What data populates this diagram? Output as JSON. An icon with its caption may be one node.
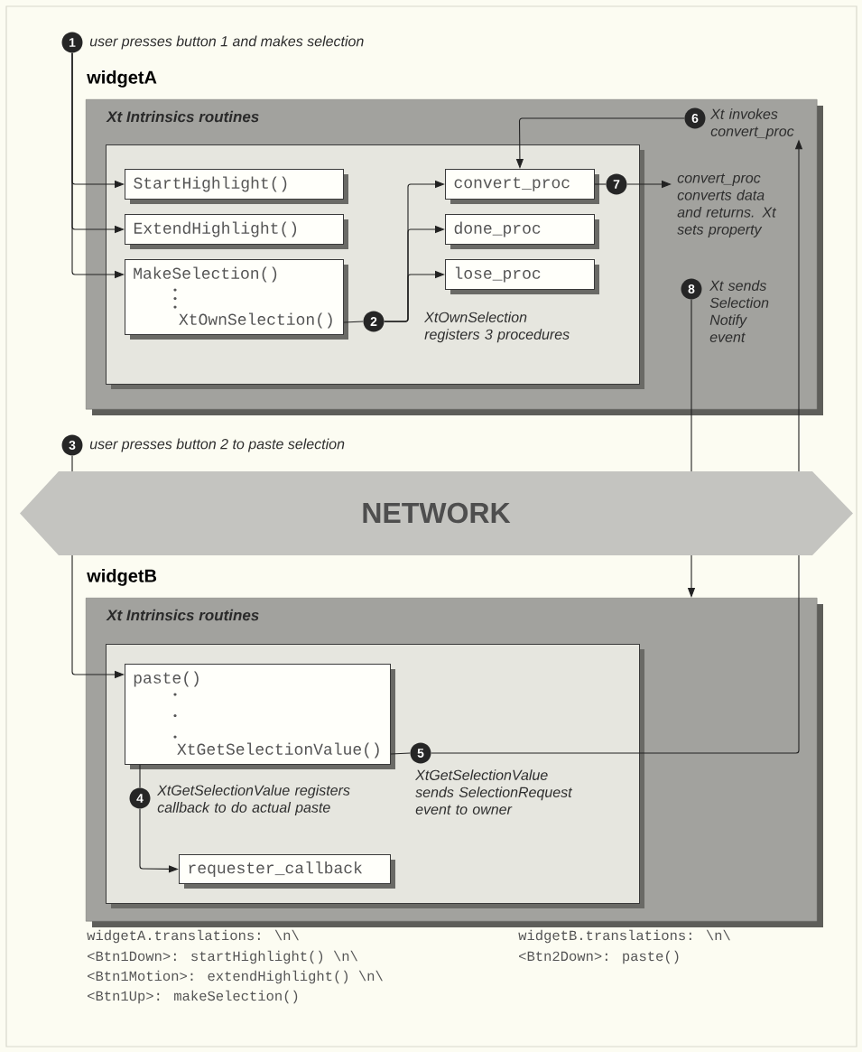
{
  "diagram": {
    "nodes": [
      {
        "text": [
          "widgetA",
          "Xt Intrinsics routines"
        ]
      },
      {
        "text": [],
        "shape": "box",
        "in": 0
      },
      {
        "text": [
          "StartHighlight()"
        ],
        "in": 1
      },
      {
        "text": [
          "ExtendHighlight()"
        ],
        "in": 1
      },
      {
        "text": [
          "MakeSelection()",
          "XtOwnSelection()"
        ],
        "in": 1
      },
      {
        "text": [
          "convert_proc"
        ],
        "in": 1
      },
      {
        "text": [
          "done_proc"
        ],
        "in": 1
      },
      {
        "text": [
          "lose_proc"
        ],
        "in": 1
      },
      {
        "text": [
          "1"
        ],
        "beside": [
          "user presses button 1 and makes selection"
        ]
      },
      {
        "text": [
          "2"
        ],
        "in": 1
      },
      {
        "text": [
          "6"
        ],
        "in": 0
      },
      {
        "text": [
          "Xt invokes convert_proc"
        ],
        "in": 0
      },
      {
        "text": [
          "7"
        ],
        "in": 1
      },
      {
        "text": [
          "convert_proc converts data and returns. Xt sets property"
        ],
        "in": 0
      },
      {
        "text": [
          "8"
        ],
        "beside": [
          "Xt sends Selection Notify event"
        ],
        "in": 0
      },
      {
        "text": [
          "3"
        ],
        "beside": [
          "user presses button 2 to paste selection"
        ]
      },
      {
        "text": [
          "widgetB",
          "Xt Intrinsics routines"
        ]
      },
      {
        "text": [],
        "shape": "box",
        "in": 16
      },
      {
        "text": [
          "paste()",
          "XtGetSelectionValue()"
        ],
        "in": 17
      },
      {
        "text": [
          "4"
        ],
        "beside": [
          "XtGetSelectionValue registers callback to do actual paste"
        ],
        "in": 17
      },
      {
        "text": [
          "5"
        ],
        "beside": [
          "XtGetSelectionValue sends SelectionRequest event to owner"
        ],
        "in": 17
      },
      {
        "text": [
          "requester_callback"
        ],
        "in": 17
      }
    ],
    "edges": [
      {
        "from": 8,
        "to": 2,
        "arrow": "to"
      },
      {
        "from": 8,
        "to": 3,
        "arrow": "to"
      },
      {
        "from": 8,
        "to": 4,
        "arrow": "to"
      },
      {
        "from": 4,
        "to": 9,
        "arrow": "none"
      },
      {
        "from": 9,
        "to": 5,
        "arrow": "to"
      },
      {
        "from": 9,
        "to": 6,
        "arrow": "to"
      },
      {
        "from": 9,
        "to": 7,
        "arrow": "to"
      },
      {
        "from": 10,
        "to": 5,
        "arrow": "to"
      },
      {
        "from": 5,
        "to": 12,
        "arrow": "none"
      },
      {
        "from": 12,
        "to": 13,
        "arrow": "to"
      },
      {
        "from": 14,
        "to": 16,
        "arrow": "to"
      },
      {
        "from": 15,
        "to": 18,
        "arrow": "to"
      },
      {
        "from": 18,
        "to": 19,
        "arrow": "none"
      },
      {
        "from": 19,
        "to": 21,
        "arrow": "to"
      },
      {
        "from": 18,
        "to": 20,
        "arrow": "none"
      },
      {
        "from": 20,
        "to": 11,
        "arrow": "to"
      }
    ],
    "labels": [
      "XtOwnSelection registers 3 procedures",
      "NETWORK",
      "widgetA.translations: \\n\\",
      "<Btn1Down>: startHighlight() \\n\\",
      "<Btn1Motion>: extendHighlight() \\n\\",
      "<Btn1Up>: makeSelection()",
      "widgetB.translations: \\n\\",
      "<Btn2Down>: paste()"
    ]
  }
}
